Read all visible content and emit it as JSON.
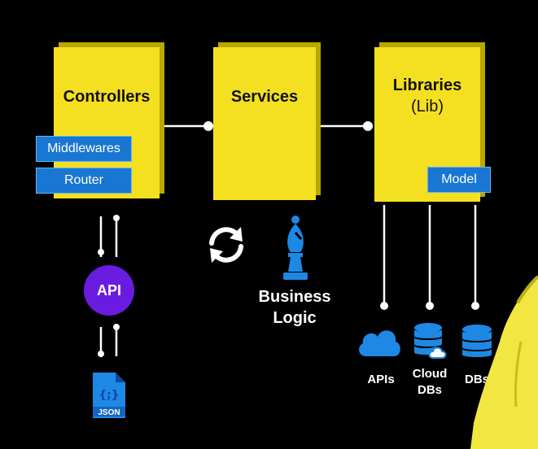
{
  "boxes": {
    "controllers": {
      "title": "Controllers"
    },
    "services": {
      "title": "Services"
    },
    "libraries": {
      "title": "Libraries",
      "subtitle": "(Lib)"
    }
  },
  "tags": {
    "middlewares": "Middlewares",
    "router": "Router",
    "model": "Model"
  },
  "api": "API",
  "json_label": "JSON",
  "business_logic": [
    "Business",
    "Logic"
  ],
  "sources": {
    "apis": "APIs",
    "cloud_dbs": [
      "Cloud",
      "DBs"
    ],
    "dbs": "DBs"
  },
  "colors": {
    "box": "#f4e020",
    "tag": "#1976d2",
    "api": "#6a1be0",
    "icon_blue": "#1e88e5"
  }
}
